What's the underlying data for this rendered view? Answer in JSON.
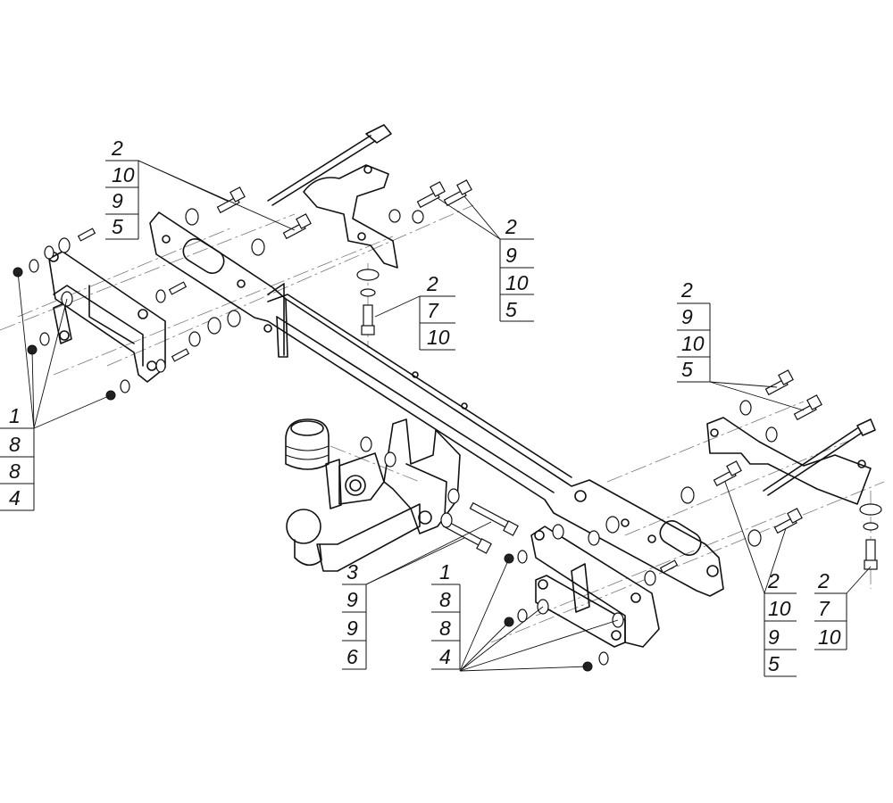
{
  "callouts": {
    "top_left_bolts": [
      "2",
      "10",
      "9",
      "5"
    ],
    "top_right_bolts": [
      "2",
      "9",
      "10",
      "5"
    ],
    "center_stud": [
      "2",
      "7",
      "10"
    ],
    "right_upper_bolts": [
      "2",
      "9",
      "10",
      "5"
    ],
    "left_bracket_nuts": [
      "1",
      "8",
      "8",
      "4"
    ],
    "ball_mount_bolts": [
      "3",
      "9",
      "9",
      "6"
    ],
    "right_bracket_nuts": [
      "1",
      "8",
      "8",
      "4"
    ],
    "right_lower_bolts": [
      "2",
      "10",
      "9",
      "5"
    ],
    "right_stud": [
      "2",
      "7",
      "10"
    ]
  }
}
